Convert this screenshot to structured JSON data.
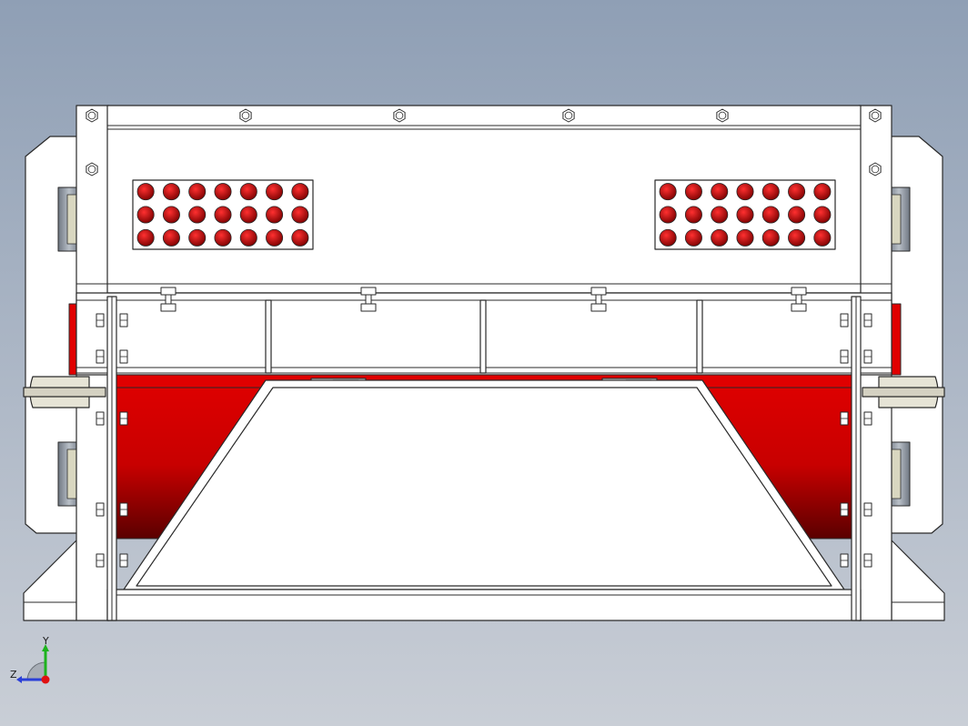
{
  "viewport": {
    "background_top": "#8f9fb5",
    "background_bottom": "#c9ced6"
  },
  "model": {
    "body_color": "#ffffff",
    "edge_color": "#2a2a2a",
    "accent_color": "#e00000",
    "dark_accent": "#5a0000",
    "gray_color": "#8c95a0",
    "perforated_panels": [
      {
        "rows": 3,
        "cols": 7
      },
      {
        "rows": 3,
        "cols": 7
      }
    ]
  },
  "triad": {
    "y_label": "Y",
    "z_label": "Z",
    "y_color": "#1db31d",
    "z_color": "#2a3fd8",
    "x_color": "#e01010"
  }
}
